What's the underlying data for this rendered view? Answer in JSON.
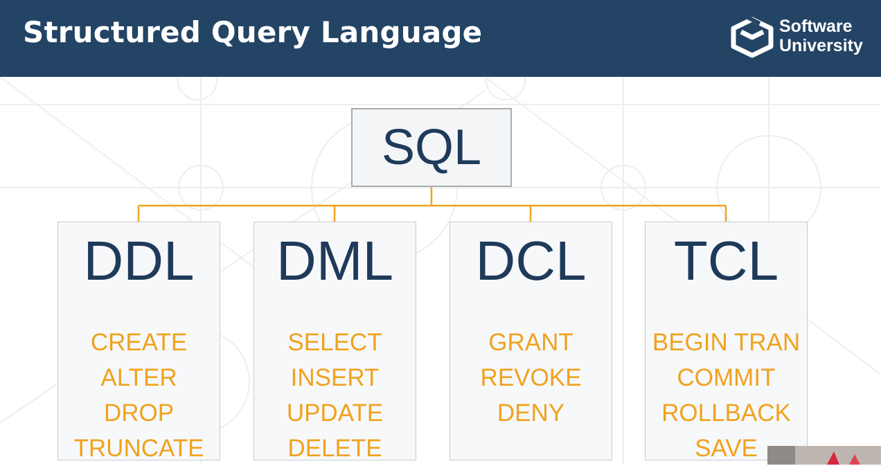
{
  "header": {
    "title": "Structured Query Language",
    "logo": {
      "line1": "Software",
      "line2": "University",
      "icon": "softuni-cube-logo-icon"
    }
  },
  "diagram": {
    "root": "SQL",
    "categories": [
      {
        "name": "DDL",
        "commands": [
          "CREATE",
          "ALTER",
          "DROP",
          "TRUNCATE"
        ]
      },
      {
        "name": "DML",
        "commands": [
          "SELECT",
          "INSERT",
          "UPDATE",
          "DELETE"
        ]
      },
      {
        "name": "DCL",
        "commands": [
          "GRANT",
          "REVOKE",
          "DENY"
        ]
      },
      {
        "name": "TCL",
        "commands": [
          "BEGIN TRAN",
          "COMMIT",
          "ROLLBACK",
          "SAVE"
        ]
      }
    ]
  },
  "colors": {
    "header_bg": "#234465",
    "box_text": "#1f3a5a",
    "command_text": "#f0a21e",
    "connector": "#f0a21e"
  }
}
